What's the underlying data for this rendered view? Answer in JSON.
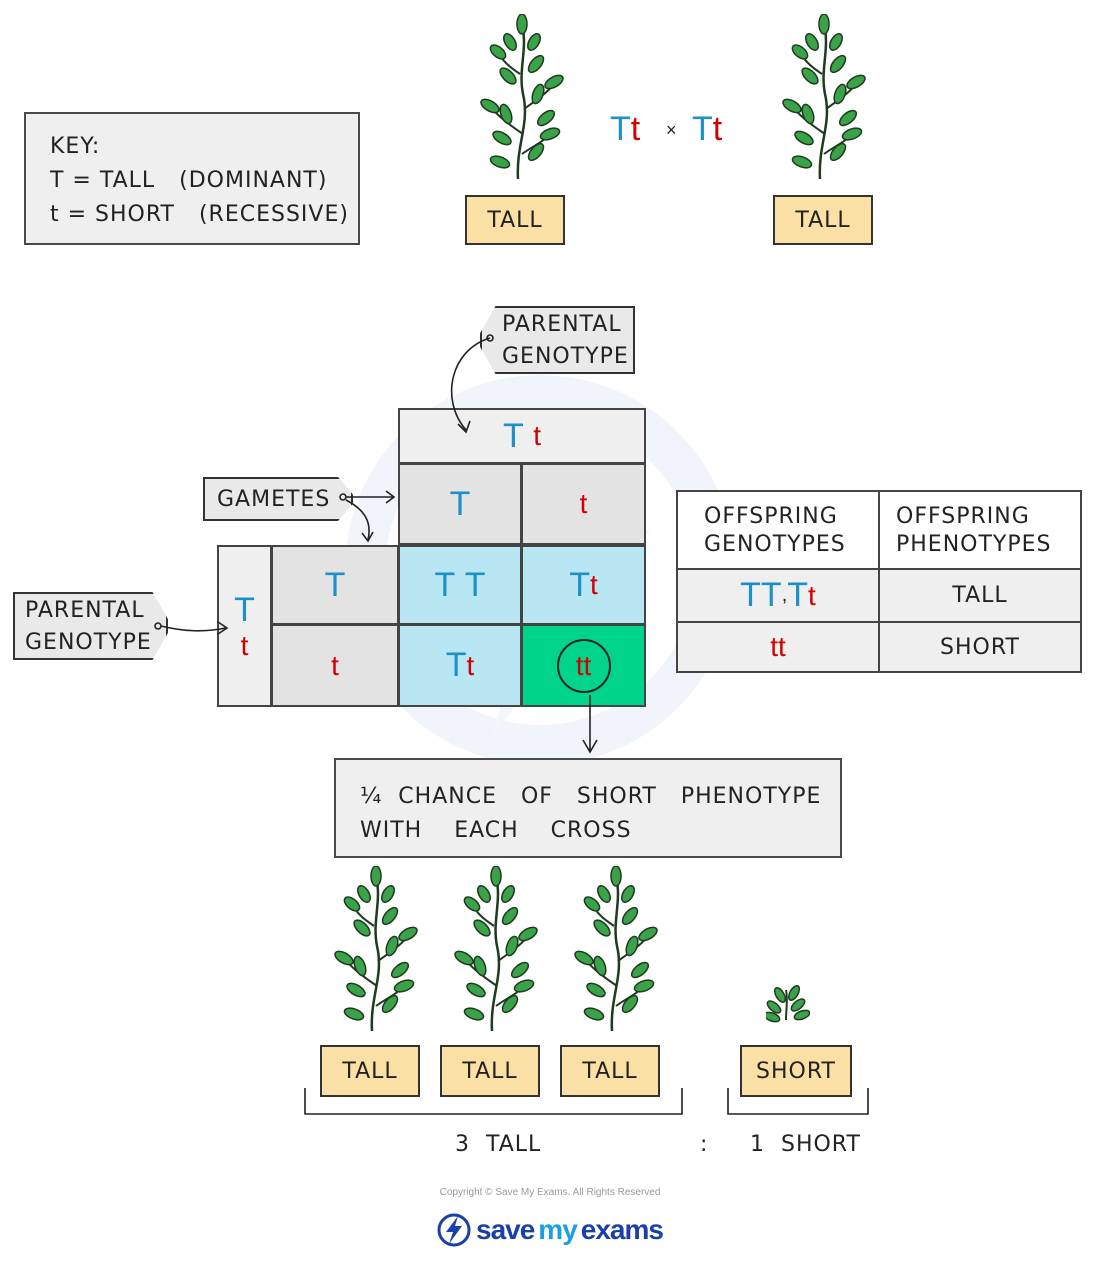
{
  "key": {
    "title": "KEY:",
    "line1": "T = TALL   (DOMINANT)",
    "line2": "t = SHORT   (RECESSIVE)"
  },
  "cross": {
    "left_parent": {
      "dominant": "T",
      "recessive": "t"
    },
    "symbol": "×",
    "right_parent": {
      "dominant": "T",
      "recessive": "t"
    }
  },
  "parents": {
    "left_label": "TALL",
    "right_label": "TALL"
  },
  "callouts": {
    "parental_genotype_top": [
      "PARENTAL",
      "GENOTYPE"
    ],
    "gametes": "GAMETES",
    "parental_genotype_left": [
      "PARENTAL",
      "GENOTYPE"
    ]
  },
  "punnett": {
    "top_parent": {
      "dominant": "T",
      "recessive": "t"
    },
    "left_parent": {
      "dominant": "T",
      "recessive": "t"
    },
    "top_gametes": [
      "T",
      "t"
    ],
    "left_gametes": [
      "T",
      "t"
    ],
    "cells": [
      [
        "T",
        "T"
      ],
      [
        "T",
        "t"
      ],
      [
        "T",
        "t"
      ],
      [
        "t",
        "t"
      ]
    ]
  },
  "offspring_table": {
    "headers": [
      [
        "OFFSPRING",
        "GENOTYPES"
      ],
      [
        "OFFSPRING",
        "PHENOTYPES"
      ]
    ],
    "rows": [
      {
        "genotypes_a": "TT",
        "sep": ",",
        "genotypes_b_dom": "T",
        "genotypes_b_rec": "t",
        "phenotype": "TALL"
      },
      {
        "genotypes": "tt",
        "phenotype": "SHORT"
      }
    ]
  },
  "chance_box": {
    "line1": "¼  CHANCE   OF   SHORT   PHENOTYPE",
    "line2": "WITH    EACH    CROSS"
  },
  "offspring": {
    "labels": [
      "TALL",
      "TALL",
      "TALL",
      "SHORT"
    ],
    "ratio_tall": "3  TALL",
    "ratio_sep": ":",
    "ratio_short": "1  SHORT"
  },
  "footer": {
    "copyright": "Copyright © Save My Exams. All Rights Reserved",
    "brand_save": "save",
    "brand_my": "my",
    "brand_exams": "exams"
  },
  "colors": {
    "blue_allele": "#1e90c8",
    "red_allele": "#d40000",
    "cell_blue": "#b8e6f2",
    "cell_green": "#00d48a",
    "label_fill": "#fbe0a6",
    "brand": "#1a3fa8"
  }
}
